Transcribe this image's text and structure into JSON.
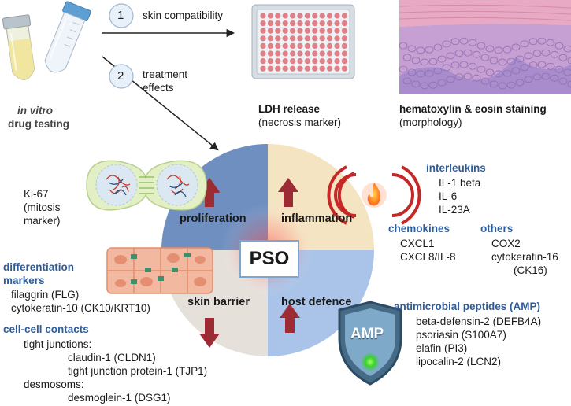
{
  "top": {
    "tubes_caption_line1": "in vitro",
    "tubes_caption_line2": "drug testing",
    "step1_number": "1",
    "step1_label": "skin compatibility",
    "step2_number": "2",
    "step2_label_line1": "treatment",
    "step2_label_line2": "effects",
    "ldh_title": "LDH release",
    "ldh_sub": "(necrosis marker)",
    "he_title": "hematoxylin & eosin staining",
    "he_sub": "(morphology)"
  },
  "center": {
    "label": "PSO"
  },
  "quadrants": {
    "q1": "proliferation",
    "q2": "inflammation",
    "q3": "skin barrier",
    "q4": "host defence"
  },
  "shield_label": "AMP",
  "ki67": {
    "line1": "Ki-67",
    "line2": "(mitosis",
    "line3": "marker)"
  },
  "interleukins": {
    "title": "interleukins",
    "items": [
      "IL-1 beta",
      "IL-6",
      "IL-23A"
    ]
  },
  "chemokines": {
    "title": "chemokines",
    "items": [
      "CXCL1",
      "CXCL8/IL-8"
    ]
  },
  "others": {
    "title": "others",
    "items": [
      "COX2",
      "cytokeratin-16",
      "(CK16)"
    ]
  },
  "differentiation": {
    "title_line1": "differentiation",
    "title_line2": "markers",
    "items": [
      "filaggrin (FLG)",
      "cytokeratin-10 (CK10/KRT10)"
    ]
  },
  "cell_contacts": {
    "title": "cell-cell contacts",
    "tight_junctions": "tight junctions:",
    "tj_items": [
      "claudin-1 (CLDN1)",
      "tight junction protein-1 (TJP1)"
    ],
    "desmosoms": "desmosoms:",
    "ds_items": [
      "desmoglein-1 (DSG1)"
    ]
  },
  "amp": {
    "title": "antimicrobial peptides (AMP)",
    "items": [
      "beta-defensin-2 (DEFB4A)",
      "psoriasin (S100A7)",
      "elafin (PI3)",
      "lipocalin-2 (LCN2)"
    ]
  },
  "colors": {
    "proliferation": "#6f8fc0",
    "inflammation": "#f5e4c2",
    "skin_barrier": "#e6e0db",
    "host_defence": "#a9c4e8",
    "arrow": "#9c2b34",
    "heading_blue": "#2f5d9a"
  }
}
